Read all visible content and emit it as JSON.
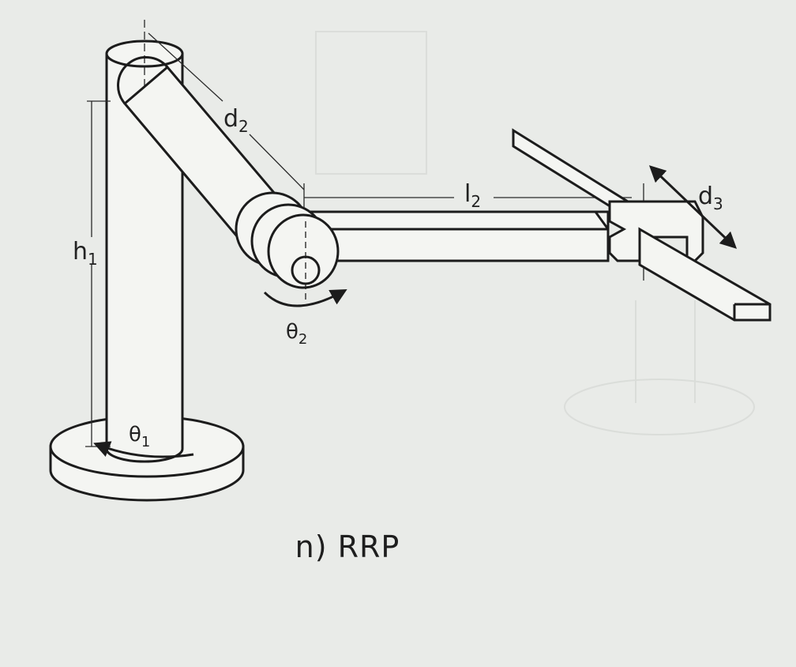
{
  "diagram": {
    "caption": "n) RRP",
    "labels": {
      "h1": {
        "main": "h",
        "sub": "1"
      },
      "d2": {
        "main": "d",
        "sub": "2"
      },
      "l2": {
        "main": "l",
        "sub": "2"
      },
      "d3": {
        "main": "d",
        "sub": "3"
      },
      "theta1": {
        "main": "θ",
        "sub": "1"
      },
      "theta2": {
        "main": "θ",
        "sub": "2"
      }
    },
    "colors": {
      "line": "#1c1c1c",
      "fill": "#f4f5f2",
      "background": "#e9ebe8"
    }
  }
}
